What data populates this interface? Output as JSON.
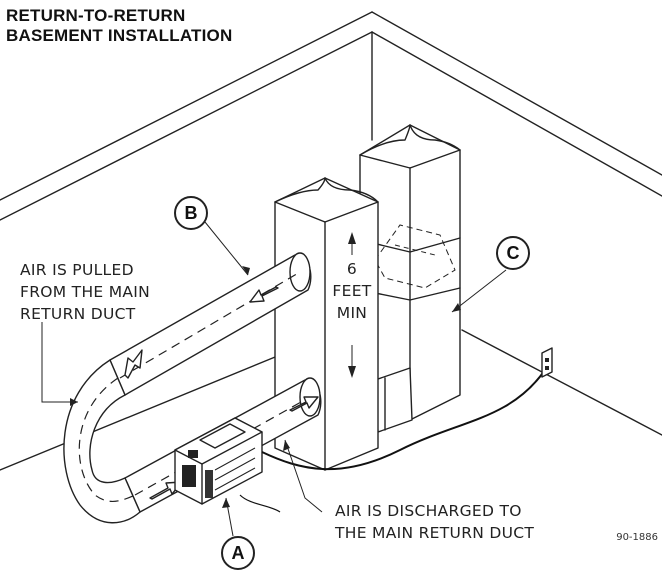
{
  "title": {
    "line1": "RETURN-TO-RETURN",
    "line2": "BASEMENT INSTALLATION"
  },
  "labels": {
    "air_pulled": [
      "AIR IS PULLED",
      "FROM THE MAIN",
      "RETURN DUCT"
    ],
    "distance": [
      "6",
      "FEET",
      "MIN"
    ],
    "air_discharged": [
      "AIR IS DISCHARGED TO",
      "THE MAIN RETURN DUCT"
    ]
  },
  "callouts": {
    "a": "A",
    "b": "B",
    "c": "C"
  },
  "figure_code": "90-1886",
  "icons": [
    "arrow-icon",
    "outlet-icon",
    "damper-icon"
  ]
}
